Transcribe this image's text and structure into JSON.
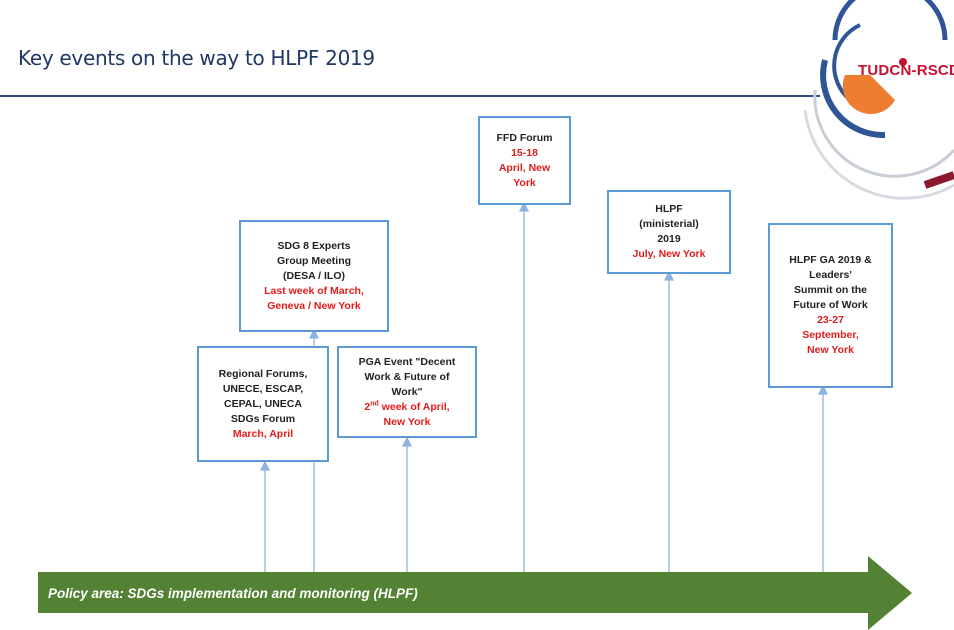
{
  "header": {
    "title": "Key events on the way to HLPF 2019",
    "logo_text": "TUDCN-RSCD"
  },
  "colors": {
    "box_border": "#5b9bd5",
    "highlight": "#e31b1b",
    "arrow": "#548235",
    "title": "#1f3864"
  },
  "events": [
    {
      "lines": [
        "FFD Forum"
      ],
      "highlight": [
        "15-18",
        "April, New",
        "York"
      ]
    },
    {
      "lines": [
        "SDG 8 Experts",
        "Group Meeting",
        "(DESA / ILO)"
      ],
      "highlight": [
        "Last week of March,",
        "Geneva / New York"
      ]
    },
    {
      "lines": [
        "HLPF",
        "(ministerial)",
        "2019"
      ],
      "highlight": [
        "July, New York"
      ]
    },
    {
      "lines": [
        "HLPF GA 2019 &",
        "Leaders'",
        "Summit on the",
        "Future of Work"
      ],
      "highlight": [
        "23-27",
        "September,",
        "New York"
      ]
    },
    {
      "lines": [
        "Regional Forums,",
        "UNECE, ESCAP,",
        "CEPAL, UNECA",
        "SDGs Forum"
      ],
      "highlight": [
        "March, April"
      ]
    },
    {
      "lines": [
        "PGA Event \"Decent",
        "Work & Future of",
        "Work\""
      ],
      "highlight_sup": "nd",
      "highlight": [
        "2",
        " week of April,",
        "New York"
      ]
    }
  ],
  "policy_arrow": {
    "label": "Policy area: SDGs implementation and monitoring (HLPF)"
  }
}
